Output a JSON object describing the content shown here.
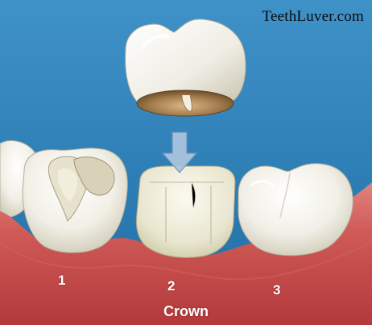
{
  "watermark": "TeethLuver.com",
  "labels": {
    "tooth_1": "1",
    "tooth_2": "2",
    "tooth_3": "3",
    "caption": "Crown"
  },
  "colors": {
    "background": "#2e7fb6",
    "gum": "#c94a49",
    "gum_light": "#e58b83",
    "enamel": "#f5f3ea",
    "prep_tooth": "#ece9d4",
    "crown_inner": "#9a7748",
    "arrow": "#9db9d6"
  }
}
